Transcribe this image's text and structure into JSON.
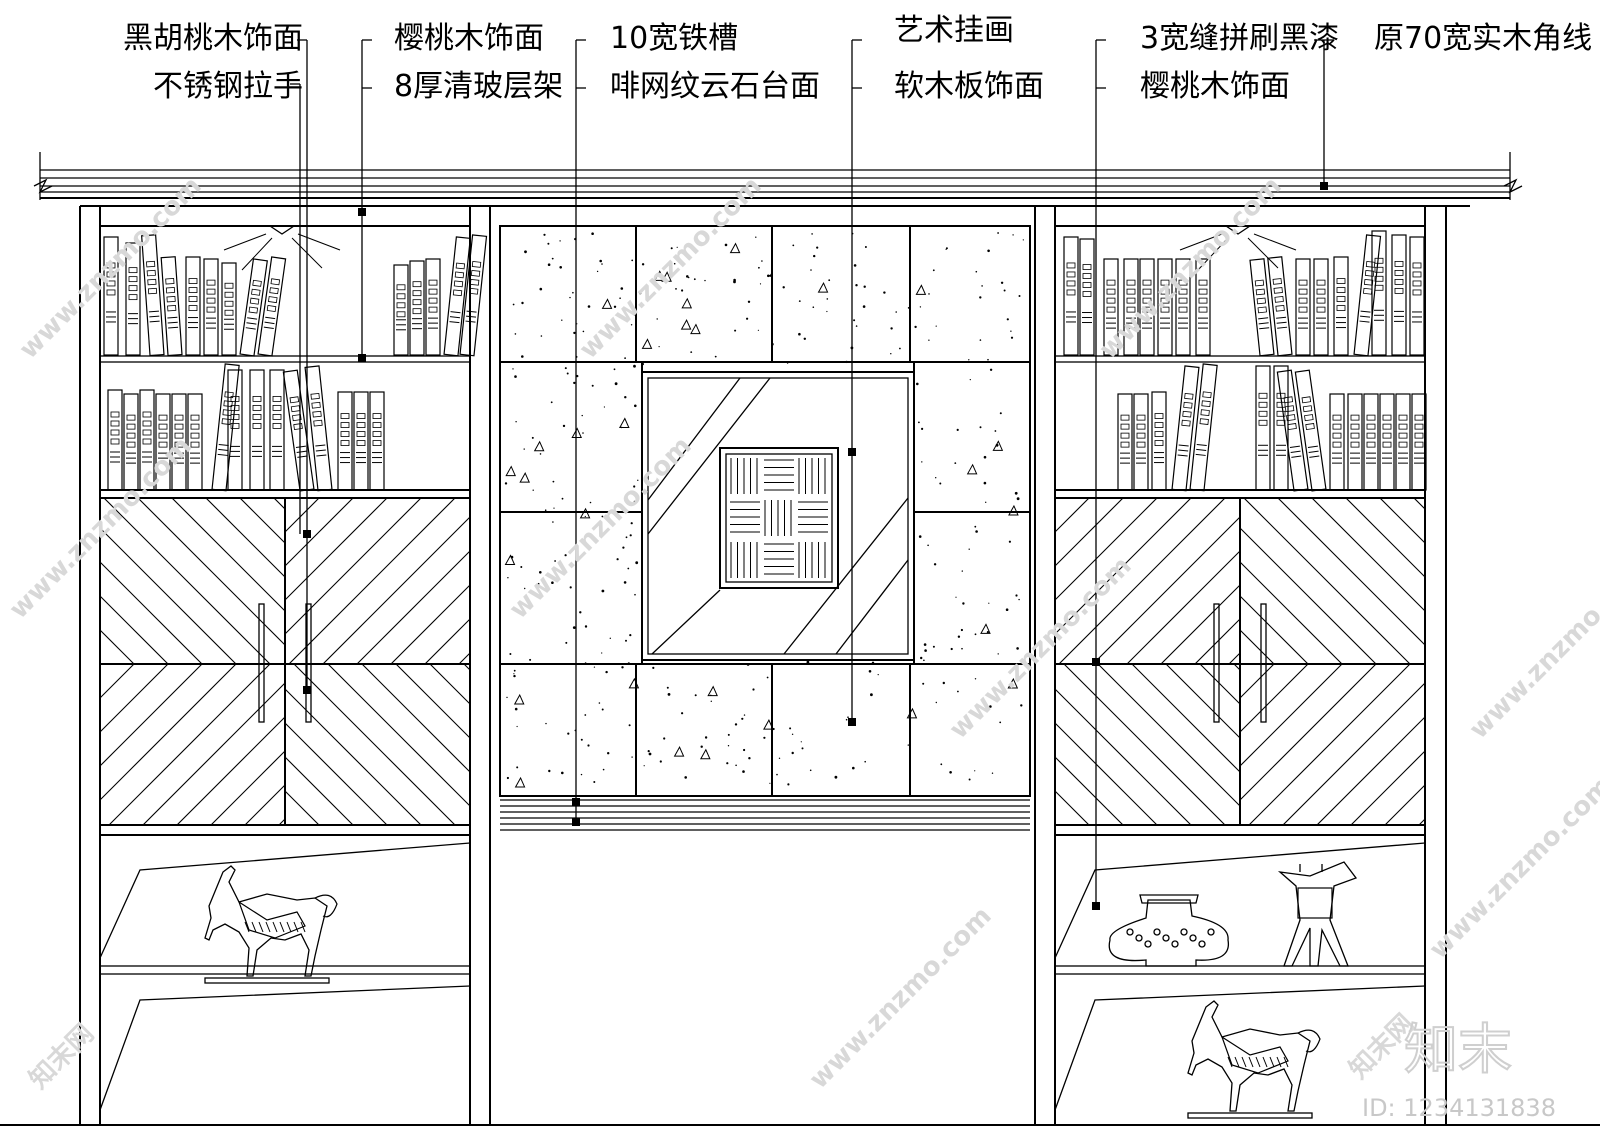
{
  "labels": {
    "l1": "黑胡桃木饰面",
    "l2": "不锈钢拉手",
    "l3": "樱桃木饰面",
    "l4": "8厚清玻层架",
    "l5": "10宽铁槽",
    "l6": "啡网纹云石台面",
    "l7": "艺术挂画",
    "l8": "软木板饰面",
    "l9": "3宽缝拼刷黑漆",
    "l10": "樱桃木饰面",
    "l11": "原70宽实木角线"
  },
  "watermark": {
    "site": "www.znzmo.com",
    "brand": "知末网",
    "logo": "知末",
    "id": "ID: 1234131838"
  },
  "colors": {
    "line": "#000000",
    "watermark": "#d8d8d8"
  }
}
